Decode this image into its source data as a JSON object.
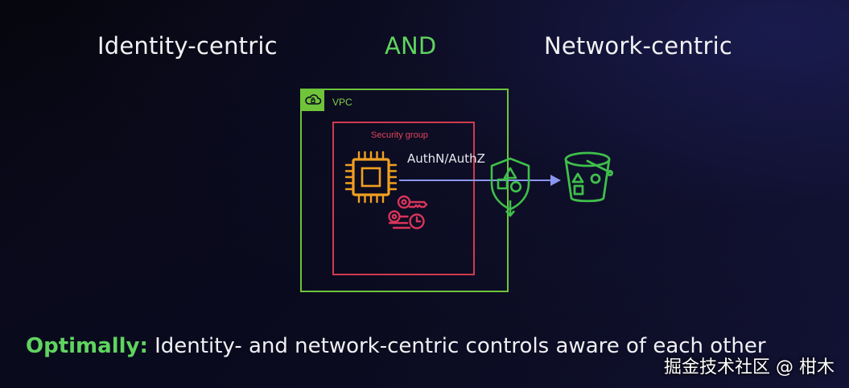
{
  "headings": {
    "identity": "Identity-centric",
    "and": "AND",
    "network": "Network-centric"
  },
  "diagram": {
    "vpc_label": "VPC",
    "security_group_label": "Security group",
    "authn_label": "AuthN/AuthZ",
    "icons": [
      "cloud-icon",
      "processor-chip-icon",
      "keys-icon",
      "shield-icon",
      "bucket-icon",
      "arrow-icon"
    ]
  },
  "footer": {
    "prefix": "Optimally:",
    "text": " Identity- and network-centric controls aware of each other"
  },
  "watermark": "掘金技术社区 @ 柑木",
  "colors": {
    "heading_text": "#f2f2f4",
    "and_text": "#5fd45f",
    "vpc_green": "#6fc43a",
    "security_group_red": "#d03a4e",
    "chip_orange": "#f0a020",
    "keys_pink": "#d8345a",
    "shield_bucket_green": "#3fbf4a",
    "arrow_blue": "#8a96f0",
    "optimally_green": "#5fd45f"
  }
}
